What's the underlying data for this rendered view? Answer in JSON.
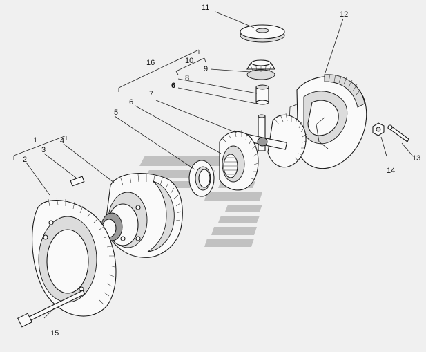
{
  "callouts": {
    "c1": "1",
    "c2": "2",
    "c3": "3",
    "c4": "4",
    "c5": "5",
    "c6": "6",
    "c6b": "6",
    "c7": "7",
    "c8": "8",
    "c9": "9",
    "c10": "10",
    "c11": "11",
    "c12": "12",
    "c13": "13",
    "c14": "14",
    "c15": "15",
    "c16": "16"
  },
  "colors": {
    "background": "#f0f0f0",
    "line": "#1a1a1a",
    "watermark": "#9a9a9a"
  }
}
